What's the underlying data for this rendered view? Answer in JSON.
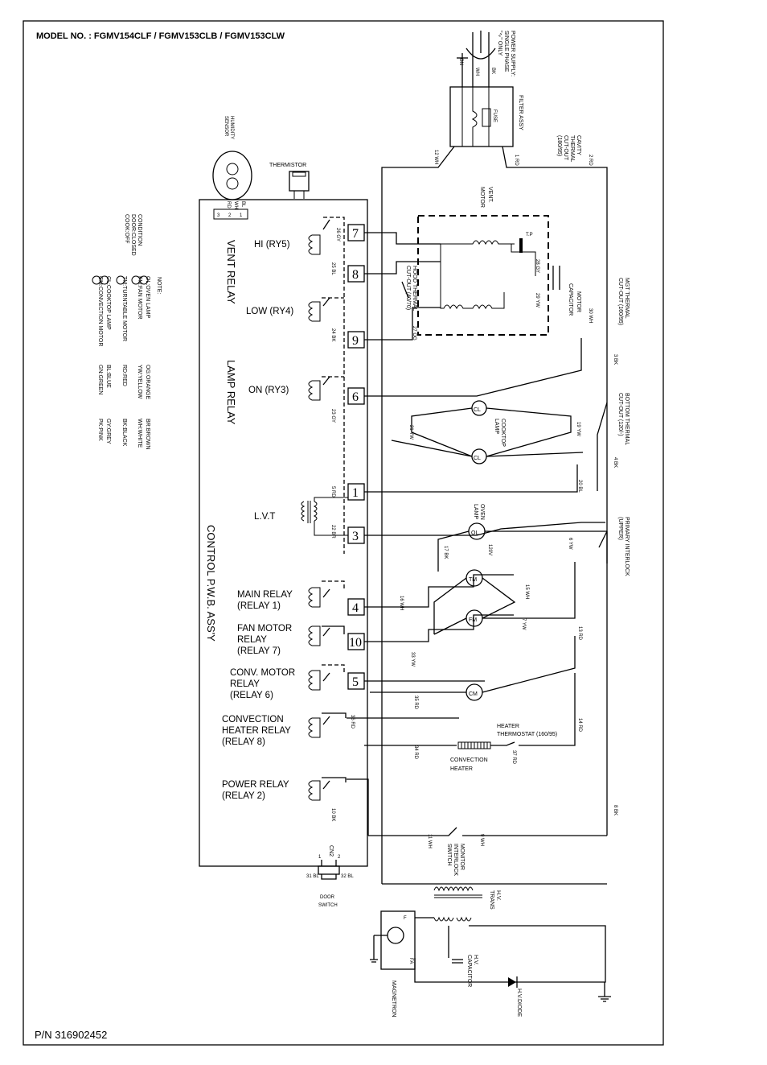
{
  "header": {
    "model": "MODEL NO. : FGMV154CLF / FGMV153CLB / FGMV153CLW"
  },
  "footer": {
    "part_number": "P/N 316902452"
  },
  "board": {
    "title": "CONTROL P.W.B. ASS'Y",
    "vent_relay": "VENT RELAY",
    "lamp_relay": "LAMP RELAY",
    "lvt": "L.V.T",
    "relays": [
      {
        "id": "hi",
        "lines": [
          "HI (RY5)"
        ]
      },
      {
        "id": "low",
        "lines": [
          "LOW (RY4)"
        ]
      },
      {
        "id": "on",
        "lines": [
          "ON (RY3)"
        ]
      },
      {
        "id": "main",
        "lines": [
          "MAIN RELAY",
          "(RELAY 1)"
        ]
      },
      {
        "id": "fan",
        "lines": [
          "FAN MOTOR",
          "RELAY",
          "(RELAY 7)"
        ]
      },
      {
        "id": "conv",
        "lines": [
          "CONV. MOTOR",
          "RELAY",
          "(RELAY 6)"
        ]
      },
      {
        "id": "heater",
        "lines": [
          "CONVECTION",
          "HEATER RELAY",
          "(RELAY 8)"
        ]
      },
      {
        "id": "power",
        "lines": [
          "POWER RELAY",
          "(RELAY 2)"
        ]
      }
    ],
    "connectors": [
      "7",
      "8",
      "9",
      "6",
      "1",
      "3",
      "4",
      "10",
      "5"
    ]
  },
  "components": {
    "power_supply": [
      "POWER SUPPLY:",
      "SINGLE PHASE",
      "\"∿\" ONLY"
    ],
    "filter_assy": "FILTER ASSY",
    "fuse": "FUSE",
    "cavity_thermal": [
      "CAVITY",
      "THERMAL",
      "CUT-OUT",
      "(180/95)"
    ],
    "humidity_sensor": [
      "HUMIDITY",
      "SENSOR"
    ],
    "thermistor": "THERMISTOR",
    "vent_motor": [
      "VENT.",
      "MOTOR"
    ],
    "tp": "T.P",
    "motor_capacitor": [
      "MOTOR",
      "CAPACITOR"
    ],
    "hood_thermal": [
      "HOOD THERMAL",
      "CUT-OUT (40/70)"
    ],
    "mgt_thermal": [
      "MGT THERMAL",
      "CUT-OUT (160/95)"
    ],
    "bottom_thermal": [
      "BOTTOM THERMAL",
      "CUT-OUT (120/-)"
    ],
    "cooktop_lamp": [
      "COOKTOP",
      "LAMP"
    ],
    "oven_lamp": [
      "OVEN",
      "LAMP"
    ],
    "primary_interlock": [
      "PRIMARY INTERLOCK",
      "(UPPER)"
    ],
    "heater_thermostat": [
      "HEATER",
      "THERMOSTAT (160/95)"
    ],
    "convection_heater": [
      "CONVECTION",
      "HEATER"
    ],
    "monitor_switch": [
      "MONITOR",
      "INTERLOCK",
      "SWITCH"
    ],
    "door_switch": [
      "DOOR",
      "SWITCH"
    ],
    "cn2": "CN2",
    "hv_trans": [
      "H.V.",
      "TRANS"
    ],
    "hv_capacitor": [
      "H.V.",
      "CAPACITOR"
    ],
    "magnetron": "MAGNETRON",
    "hv_diode": "H.V.DIODE",
    "volt_120": "120V",
    "lamp_cl": "CL",
    "lamp_ol": "OL",
    "motor_tm": "TM",
    "motor_fm": "FM",
    "motor_cm": "CM",
    "mag_f": "F",
    "mag_fa": "FA"
  },
  "wire_labels": {
    "w1": "1 RD",
    "w2": "2 RD",
    "w3": "3 BK",
    "w4": "4 BK",
    "w5": "5 RD",
    "w6": "6 YW",
    "w7": "7 YW",
    "w8": "8 BK",
    "w9": "9 WH",
    "w10": "10 BK",
    "w11": "11 WH",
    "w12": "12 WH",
    "w13": "13 RD",
    "w14": "14 RD",
    "w15": "15 WH",
    "w16": "16 WH",
    "w17": "17 BK",
    "w19": "19 YW",
    "w20": "20 BL",
    "w21": "21 YW",
    "w22": "22 BR",
    "w23": "23 GY",
    "w24": "24 BK",
    "w25": "25 BL",
    "w26": "26 GY",
    "w27": "27 OG",
    "w28": "28 GY",
    "w29": "29 YW",
    "w30": "30 WH",
    "w31": "31 BL",
    "w32": "32 BL",
    "w33": "33 YW",
    "w34": "34 RD",
    "w35": "35 RD",
    "w36": "36 RD",
    "w37": "37 RD",
    "gn": "GN",
    "wh": "WH",
    "bk": "BK",
    "pin1": "1",
    "pin2": "2",
    "hs3": "3",
    "hs2": "2",
    "hs1": "1",
    "hs_rd": "RD",
    "hs_wh": "WH",
    "hs_bl": "BL"
  },
  "notes": {
    "title": "NOTE:",
    "condition": [
      "CONDITION",
      "DOOR:CLOSED",
      "COOK:OFF"
    ],
    "symbols": [
      {
        "sym": "OL",
        "text": "OL:OVEN LAMP"
      },
      {
        "sym": "FM",
        "text": "FM:FAN MOTOR"
      },
      {
        "sym": "TM",
        "text": "TM:TURNTABLE MOTOR"
      },
      {
        "sym": "CL",
        "text": "CL:COOKTOP LAMP"
      },
      {
        "sym": "CM",
        "text": "CM:CONVECTION MOTOR"
      }
    ],
    "colors_col1": [
      "OG:ORANGE",
      "YW:YELLOW",
      "RD:RED",
      "BL:BLUE",
      "GN:GREEN"
    ],
    "colors_col2": [
      "BR:BROWN",
      "WH:WHITE",
      "BK:BLACK",
      "GY:GREY",
      "PK:PINK"
    ]
  }
}
